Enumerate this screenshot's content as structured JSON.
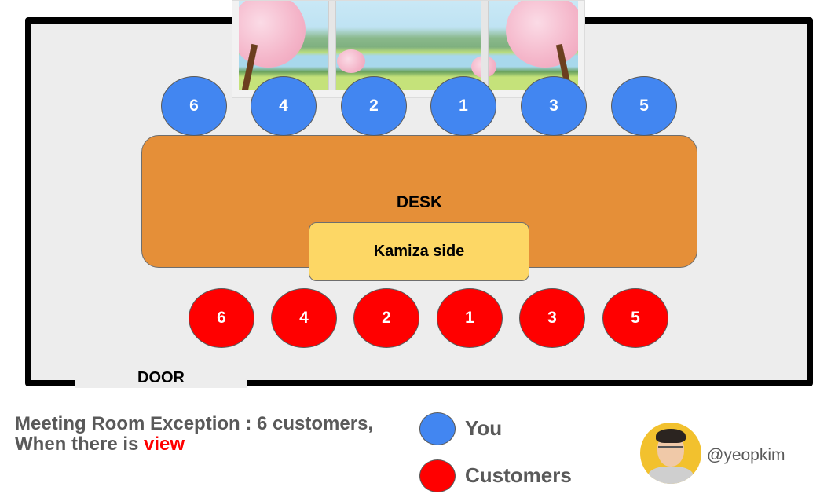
{
  "room": {
    "door_label": "DOOR",
    "desk_label": "DESK",
    "kamiza_label": "Kamiza side"
  },
  "seats": {
    "you": [
      "6",
      "4",
      "2",
      "1",
      "3",
      "5"
    ],
    "customers": [
      "6",
      "4",
      "2",
      "1",
      "3",
      "5"
    ]
  },
  "caption": {
    "line1": "Meeting Room Exception : 6 customers,",
    "line2_prefix": "When there is ",
    "line2_highlight": "view"
  },
  "legend": {
    "you_label": "You",
    "customers_label": "Customers"
  },
  "author": {
    "handle": "@yeopkim"
  },
  "colors": {
    "you": "#4286f1",
    "customers": "#ff0000",
    "desk": "#e58f38",
    "kamiza": "#fdd765",
    "highlight": "#ff0000"
  }
}
